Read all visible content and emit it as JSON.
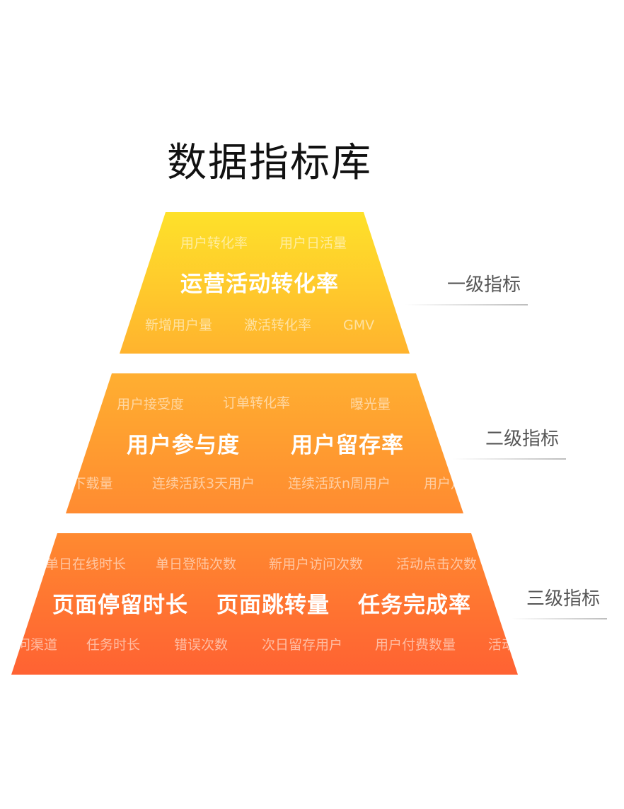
{
  "title": "数据指标库",
  "levels": [
    {
      "label": "一级指标",
      "main": [
        "运营活动转化率"
      ],
      "tags_top": [
        "用户转化率",
        "用户日活量"
      ],
      "tags_bottom": [
        "新增用户量",
        "激活转化率",
        "GMV"
      ]
    },
    {
      "label": "二级指标",
      "main": [
        "用户参与度",
        "用户留存率"
      ],
      "tags_top": [
        "用户接受度",
        "订单转化率",
        "曝光量"
      ],
      "tags_bottom": [
        "P下载量",
        "连续活跃3天用户",
        "连续活跃n周用户",
        "用户月"
      ]
    },
    {
      "label": "三级指标",
      "main": [
        "页面停留时长",
        "页面跳转量",
        "任务完成率"
      ],
      "tags_top": [
        "单日在线时长",
        "单日登陆次数",
        "新用户访问次数",
        "活动点击次数"
      ],
      "tags_bottom": [
        "问渠道",
        "任务时长",
        "错误次数",
        "次日留存用户",
        "用户付费数量",
        "活动"
      ]
    }
  ],
  "colors": {
    "tier1_top": "#fee12a",
    "tier1_bottom": "#ffb32e",
    "tier2_top": "#ffaf31",
    "tier2_bottom": "#ff8b31",
    "tier3_top": "#ff8a30",
    "tier3_bottom": "#ff6233"
  }
}
